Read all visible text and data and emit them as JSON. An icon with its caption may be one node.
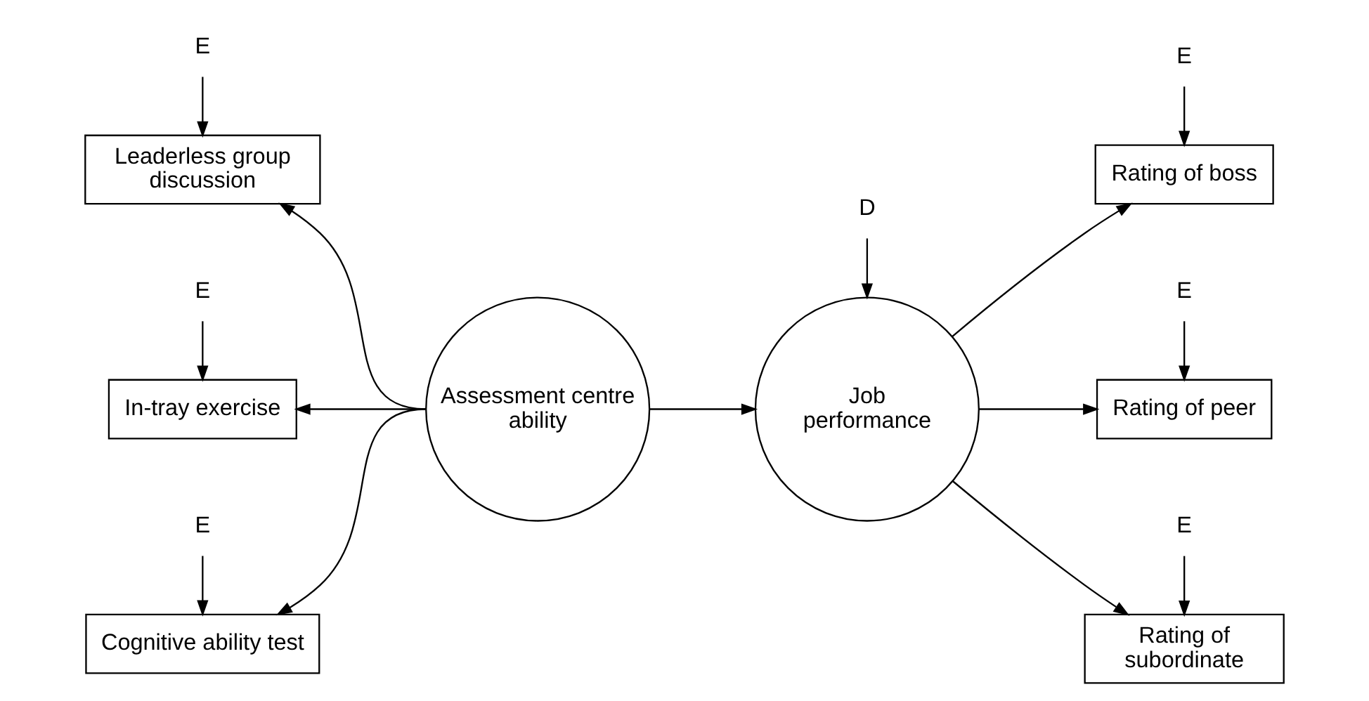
{
  "diagram": {
    "nodes": [
      {
        "text": [
          "Cognitive ability test"
        ]
      },
      {
        "text": [
          "E"
        ]
      },
      {
        "text": [
          "Leaderless group discussion"
        ]
      },
      {
        "text": [
          "E"
        ]
      },
      {
        "text": [
          "In-tray exercise"
        ]
      },
      {
        "text": [
          "E"
        ]
      },
      {
        "text": [
          "Assessment centre ability"
        ]
      },
      {
        "text": [
          "Job performance"
        ]
      },
      {
        "text": [
          "D"
        ]
      },
      {
        "text": [
          "Rating of boss"
        ]
      },
      {
        "text": [
          "E"
        ]
      },
      {
        "text": [
          "Rating of peer"
        ]
      },
      {
        "text": [
          "E"
        ]
      },
      {
        "text": [
          "Rating of subordinate"
        ]
      },
      {
        "text": [
          "E"
        ]
      }
    ],
    "edges": [
      {
        "from": 6,
        "to": 0,
        "arrow": "to"
      },
      {
        "from": 6,
        "to": 2,
        "arrow": "to"
      },
      {
        "from": 6,
        "to": 4,
        "arrow": "to"
      },
      {
        "from": 6,
        "to": 7,
        "arrow": "to"
      },
      {
        "from": 8,
        "to": 7,
        "arrow": "to"
      },
      {
        "from": 7,
        "to": 9,
        "arrow": "to"
      },
      {
        "from": 7,
        "to": 11,
        "arrow": "to"
      },
      {
        "from": 7,
        "to": 13,
        "arrow": "to"
      },
      {
        "from": 1,
        "to": 0,
        "arrow": "to"
      },
      {
        "from": 3,
        "to": 2,
        "arrow": "to"
      },
      {
        "from": 5,
        "to": 4,
        "arrow": "to"
      },
      {
        "from": 10,
        "to": 9,
        "arrow": "to"
      },
      {
        "from": 12,
        "to": 11,
        "arrow": "to"
      },
      {
        "from": 14,
        "to": 13,
        "arrow": "to"
      }
    ]
  }
}
